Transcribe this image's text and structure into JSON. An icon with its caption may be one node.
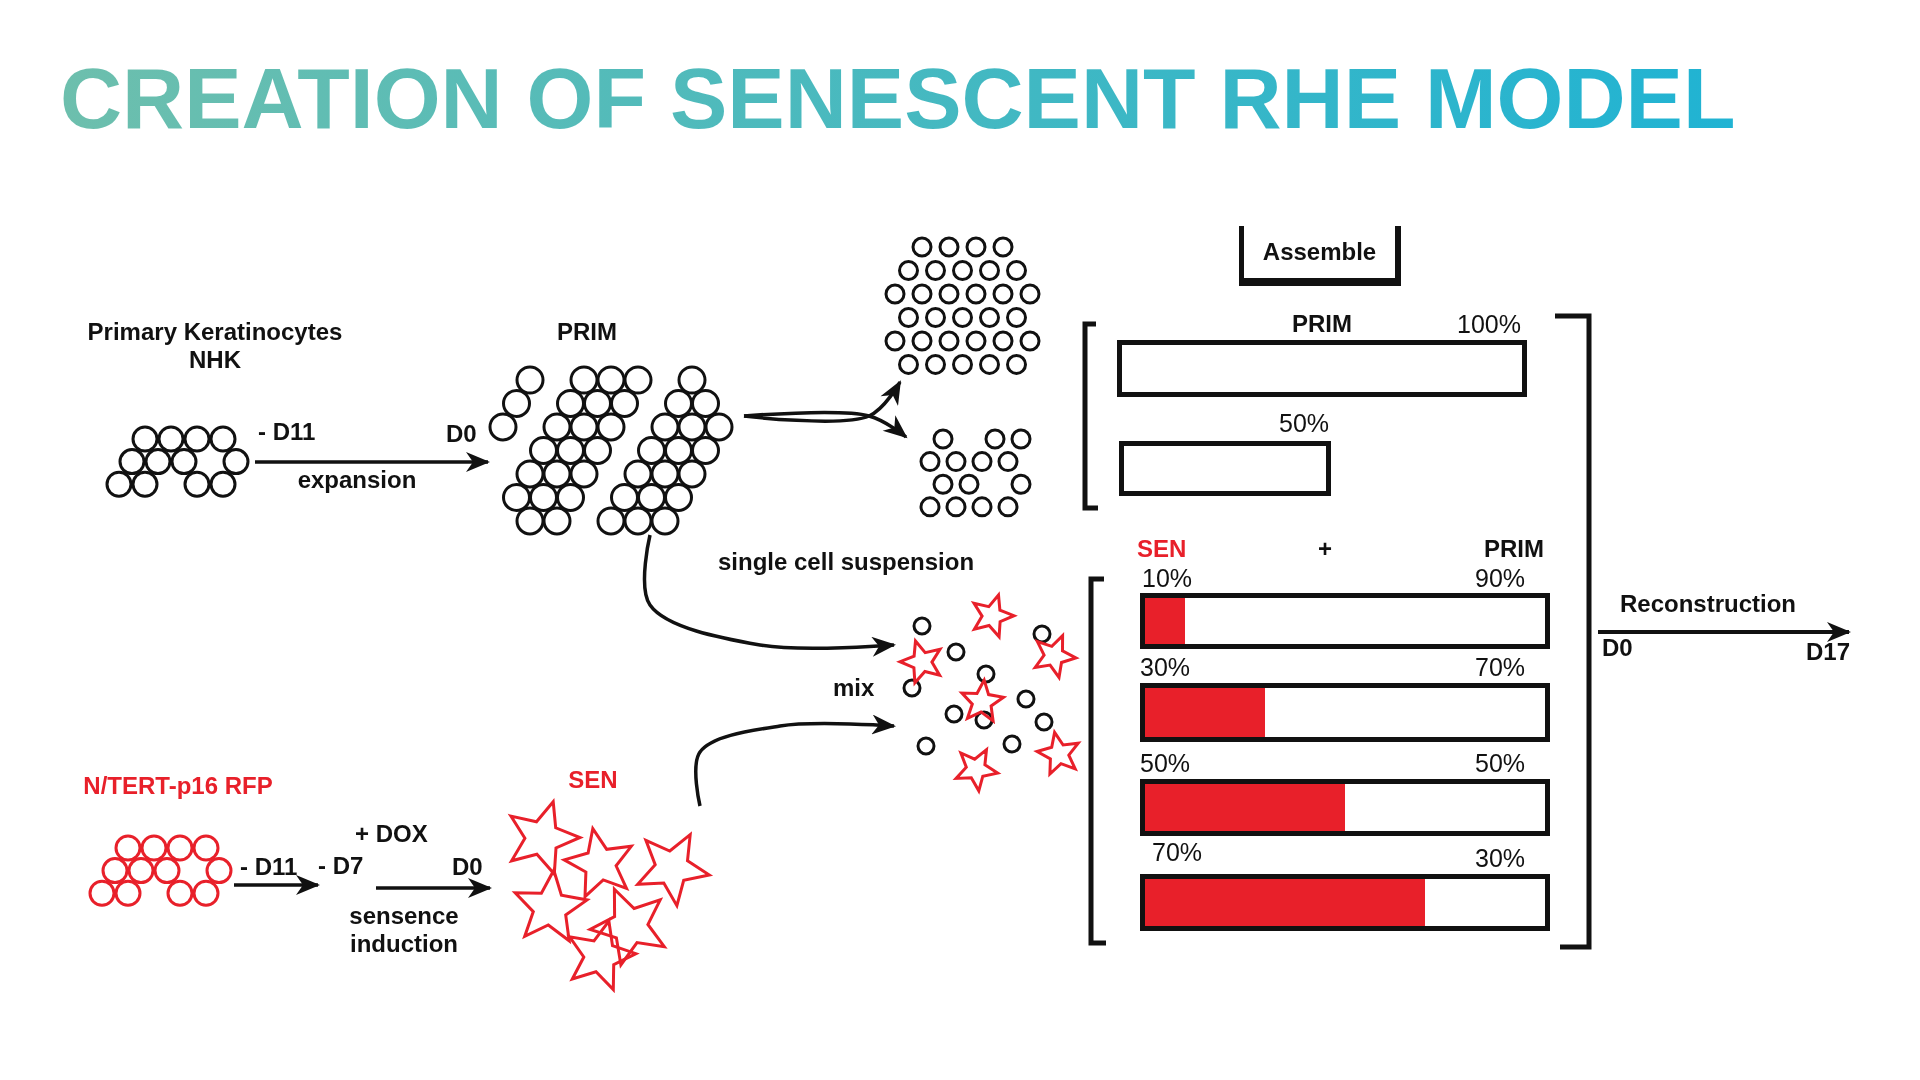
{
  "diagram": {
    "title": "CREATION OF SENESCENT RHE MODEL",
    "nodes": [
      {
        "text": [
          "Primary Keratinocytes NHK"
        ]
      },
      {
        "text": [
          "PRIM"
        ]
      },
      {
        "text": [],
        "shape": "picture"
      },
      {
        "text": [],
        "shape": "picture"
      },
      {
        "text": [
          "N/TERT-p16 RFP"
        ]
      },
      {
        "text": [
          "SEN"
        ]
      },
      {
        "text": [],
        "shape": "picture"
      },
      {
        "text": [
          "Assemble"
        ]
      },
      {
        "text": [],
        "shape": "bar",
        "beside": [
          "PRIM",
          "100%"
        ]
      },
      {
        "text": [],
        "shape": "bar",
        "beside": [
          "50%"
        ]
      },
      {
        "text": [],
        "shape": "bar",
        "beside": [
          "10%",
          "90%"
        ]
      },
      {
        "text": [],
        "shape": "bar",
        "beside": [
          "30%",
          "70%"
        ]
      },
      {
        "text": [],
        "shape": "bar",
        "beside": [
          "50%",
          "50%"
        ]
      },
      {
        "text": [],
        "shape": "bar",
        "beside": [
          "70%",
          "30%"
        ]
      },
      {
        "text": [
          "- D7"
        ]
      }
    ],
    "edges": [
      {
        "from": 0,
        "to": 1,
        "arrow": "to",
        "label": "expansion"
      },
      {
        "from": 1,
        "to": 2,
        "arrow": "to"
      },
      {
        "from": 1,
        "to": 3,
        "arrow": "to"
      },
      {
        "from": 1,
        "to": 6,
        "arrow": "to"
      },
      {
        "from": 4,
        "to": 14,
        "arrow": "to"
      },
      {
        "from": 14,
        "to": 5,
        "arrow": "to",
        "label": "sensence induction"
      },
      {
        "from": 5,
        "to": 6,
        "arrow": "to"
      }
    ],
    "labels": [
      "- D11",
      "D0",
      "+ DOX",
      "- D11",
      "D0",
      "single cell suspension",
      "mix",
      "SEN",
      "+",
      "PRIM",
      "Reconstruction",
      "D0",
      "D17"
    ]
  }
}
